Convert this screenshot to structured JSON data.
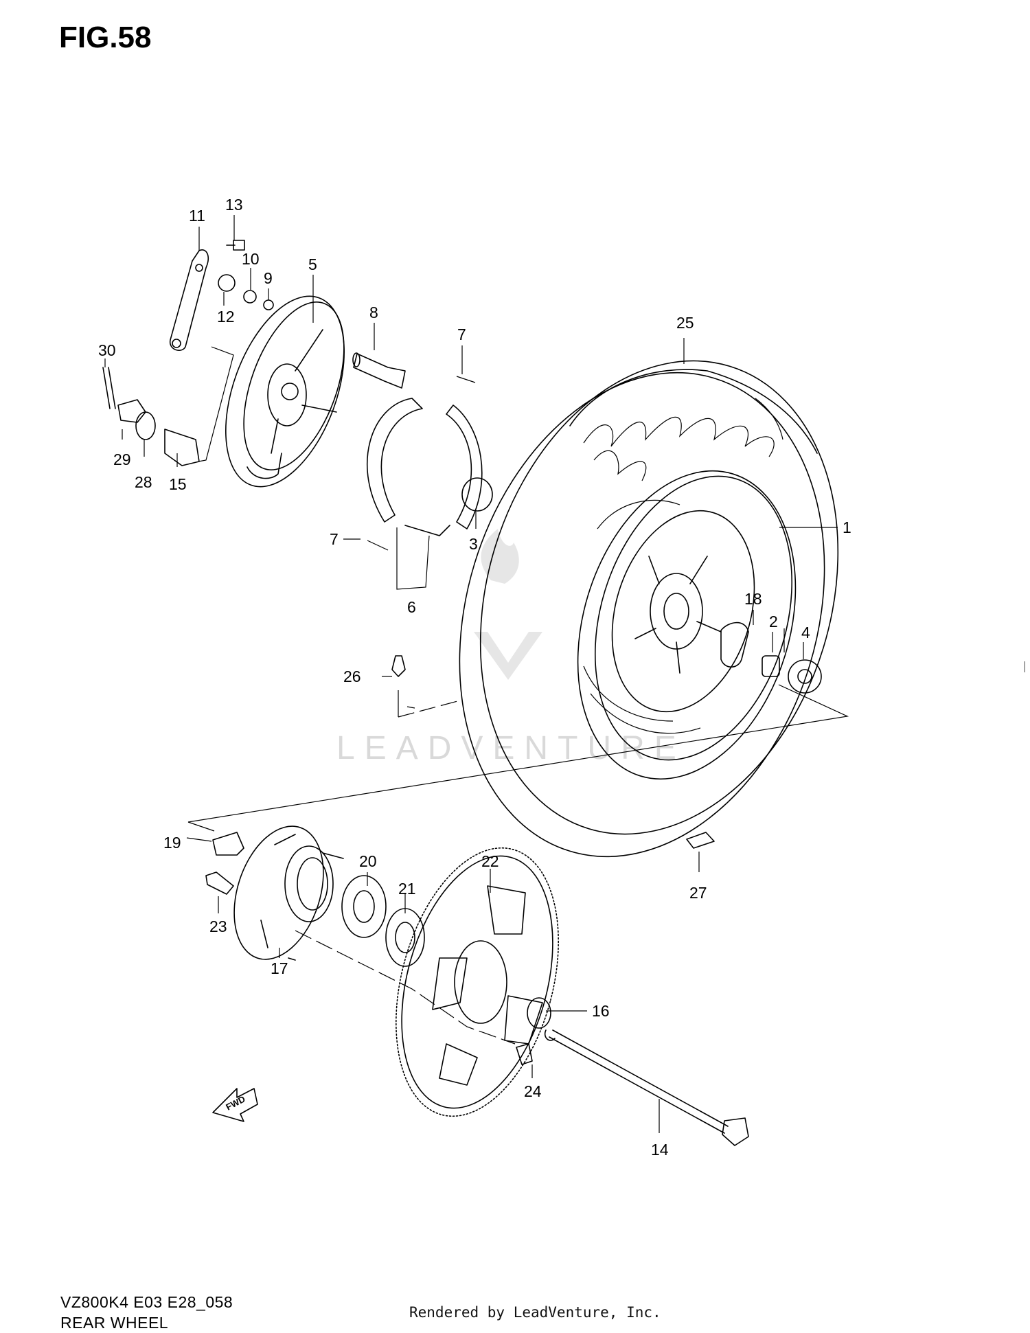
{
  "figure": {
    "title": "FIG.58"
  },
  "watermark": "LEADVENTURE",
  "callouts": [
    {
      "id": "c1",
      "label": "1"
    },
    {
      "id": "c2",
      "label": "2"
    },
    {
      "id": "c3",
      "label": "3"
    },
    {
      "id": "c4",
      "label": "4"
    },
    {
      "id": "c5",
      "label": "5"
    },
    {
      "id": "c6",
      "label": "6"
    },
    {
      "id": "c7a",
      "label": "7"
    },
    {
      "id": "c7b",
      "label": "7"
    },
    {
      "id": "c8",
      "label": "8"
    },
    {
      "id": "c9",
      "label": "9"
    },
    {
      "id": "c10",
      "label": "10"
    },
    {
      "id": "c11",
      "label": "11"
    },
    {
      "id": "c12",
      "label": "12"
    },
    {
      "id": "c13",
      "label": "13"
    },
    {
      "id": "c14",
      "label": "14"
    },
    {
      "id": "c15",
      "label": "15"
    },
    {
      "id": "c16",
      "label": "16"
    },
    {
      "id": "c17",
      "label": "17"
    },
    {
      "id": "c18",
      "label": "18"
    },
    {
      "id": "c19",
      "label": "19"
    },
    {
      "id": "c20",
      "label": "20"
    },
    {
      "id": "c21",
      "label": "21"
    },
    {
      "id": "c22",
      "label": "22"
    },
    {
      "id": "c23",
      "label": "23"
    },
    {
      "id": "c24",
      "label": "24"
    },
    {
      "id": "c25",
      "label": "25"
    },
    {
      "id": "c26",
      "label": "26"
    },
    {
      "id": "c27",
      "label": "27"
    },
    {
      "id": "c28",
      "label": "28"
    },
    {
      "id": "c29",
      "label": "29"
    },
    {
      "id": "c30",
      "label": "30"
    }
  ],
  "direction_arrow": {
    "label": "FWD"
  },
  "footer": {
    "model_code": "VZ800K4 E03 E28_058",
    "section_name": "REAR WHEEL",
    "rendered_by": "Rendered by LeadVenture, Inc."
  }
}
